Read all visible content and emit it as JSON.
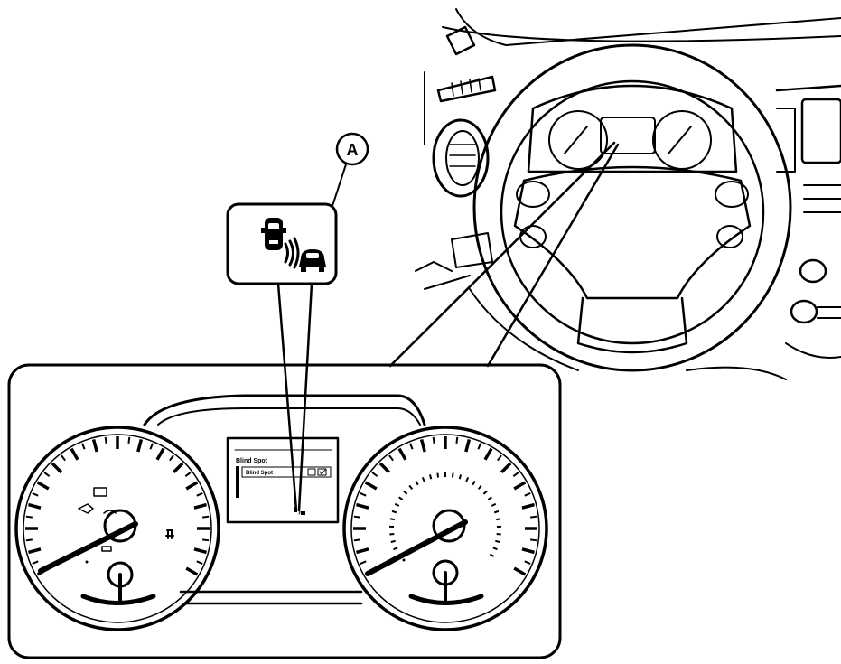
{
  "callout": {
    "label": "A"
  },
  "display": {
    "title": "Blind Spot",
    "menu_item": "Blind Spot"
  },
  "icons": {
    "callout_icon": "blind-spot-warning-icon",
    "display_icon": "blind-spot-warning-icon",
    "menu_toggle": "checkbox-checked-icon"
  },
  "colors": {
    "line": "#000000",
    "background": "#ffffff"
  }
}
